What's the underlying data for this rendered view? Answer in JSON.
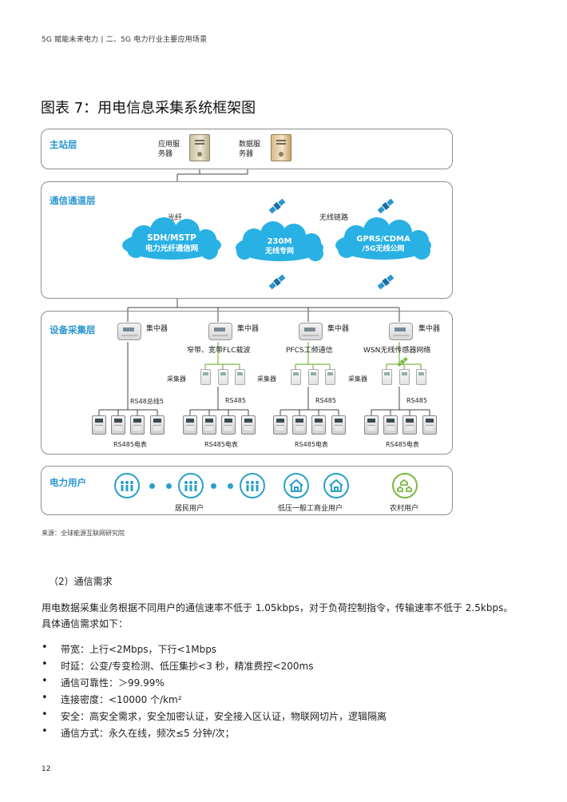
{
  "header": "5G 赋能未来电力 | 二、5G 电力行业主要应用场景",
  "figure": {
    "title": "图表 7：用电信息采集系统框架图",
    "layers": {
      "master": "主站层",
      "comm": "通信通道层",
      "device": "设备采集层",
      "users": "电力用户"
    },
    "servers": [
      {
        "line1": "应用服",
        "line2": "务器"
      },
      {
        "line1": "数据服",
        "line2": "务器"
      }
    ],
    "fiber_label": "光纤",
    "wireless_label": "无线链路",
    "clouds": [
      {
        "line1": "SDH/MSTP",
        "line2": "电力光纤通信网"
      },
      {
        "line1": "230M",
        "line2": "无线专网"
      },
      {
        "line1": "GPRS/CDMA",
        "line2": "/5G无线公网"
      }
    ],
    "concentrator_label": "集中器",
    "collector_label": "采集器",
    "groups": [
      {
        "tech": "",
        "bus": "RS48总线5",
        "meters": "RS485电表"
      },
      {
        "tech": "窄带、宽带FLC载波",
        "bus": "RS485",
        "meters": "RS485电表"
      },
      {
        "tech": "PFCS工频通信",
        "bus": "RS485",
        "meters": "RS485电表"
      },
      {
        "tech": "WSN无线传感器网络",
        "bus": "RS485",
        "meters": "RS485电表"
      }
    ],
    "user_labels": {
      "residential": "居民用户",
      "commercial": "低压一般工商业用户",
      "rural": "农村用户"
    },
    "colors": {
      "accent": "#2a96d2",
      "cloud": "#29b1e4",
      "green": "#7bb843",
      "box_border": "#8e8e8e"
    }
  },
  "source": "来源：全球能源互联网研究院",
  "section_title": "（2）通信需求",
  "paragraph": "用电数据采集业务根据不同用户的通信速率不低于 1.05kbps，对于负荷控制指令，传输速率不低于 2.5kbps。具体通信需求如下：",
  "bullets": [
    "带宽：上行<2Mbps，下行<1Mbps",
    "时延：公变/专变检测、低压集抄<3 秒，精准费控<200ms",
    "通信可靠性：＞99.99%",
    "连接密度：<10000 个/km²",
    "安全：高安全需求，安全加密认证，安全接入区认证，物联网切片，逻辑隔离",
    "通信方式：永久在线，频次≤5 分钟/次；"
  ],
  "page_number": "12"
}
